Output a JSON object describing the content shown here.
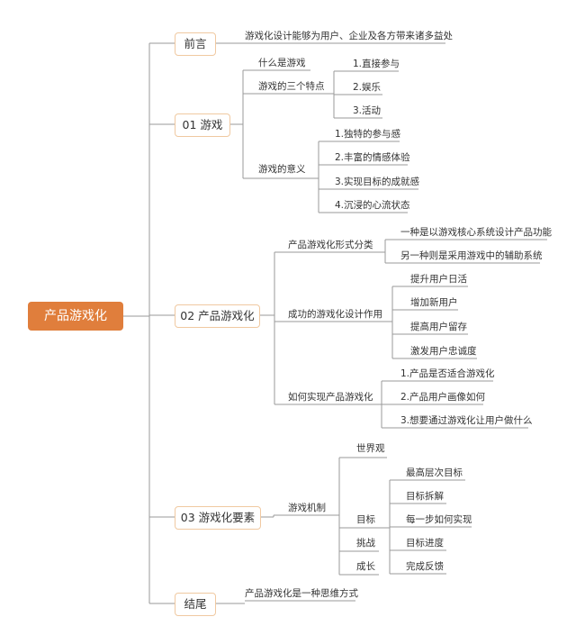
{
  "root": {
    "label": "产品游戏化"
  },
  "branches": [
    {
      "label": "前言",
      "children": [
        {
          "label": "游戏化设计能够为用户、企业及各方带来诸多益处"
        }
      ]
    },
    {
      "label": "01 游戏",
      "children": [
        {
          "label": "什么是游戏"
        },
        {
          "label": "游戏的三个特点",
          "children": [
            {
              "label": "1.直接参与"
            },
            {
              "label": "2.娱乐"
            },
            {
              "label": "3.活动"
            }
          ]
        },
        {
          "label": "游戏的意义",
          "children": [
            {
              "label": "1.独特的参与感"
            },
            {
              "label": "2.丰富的情感体验"
            },
            {
              "label": "3.实现目标的成就感"
            },
            {
              "label": "4.沉浸的心流状态"
            }
          ]
        }
      ]
    },
    {
      "label": "02 产品游戏化",
      "children": [
        {
          "label": "产品游戏化形式分类",
          "children": [
            {
              "label": "一种是以游戏核心系统设计产品功能"
            },
            {
              "label": "另一种则是采用游戏中的辅助系统"
            }
          ]
        },
        {
          "label": "成功的游戏化设计作用",
          "children": [
            {
              "label": "提升用户日活"
            },
            {
              "label": "增加新用户"
            },
            {
              "label": "提高用户留存"
            },
            {
              "label": "激发用户忠诚度"
            }
          ]
        },
        {
          "label": "如何实现产品游戏化",
          "children": [
            {
              "label": "1.产品是否适合游戏化"
            },
            {
              "label": "2.产品用户画像如何"
            },
            {
              "label": "3.想要通过游戏化让用户做什么"
            }
          ]
        }
      ]
    },
    {
      "label": "03 游戏化要素",
      "children": [
        {
          "label": "游戏机制",
          "children": [
            {
              "label": "世界观"
            },
            {
              "label": "目标",
              "children": [
                {
                  "label": "最高层次目标"
                },
                {
                  "label": "目标拆解"
                },
                {
                  "label": "每一步如何实现"
                },
                {
                  "label": "目标进度"
                },
                {
                  "label": "完成反馈"
                }
              ]
            },
            {
              "label": "挑战"
            },
            {
              "label": "成长"
            }
          ]
        }
      ]
    },
    {
      "label": "结尾",
      "children": [
        {
          "label": "产品游戏化是一种思维方式"
        }
      ]
    }
  ]
}
